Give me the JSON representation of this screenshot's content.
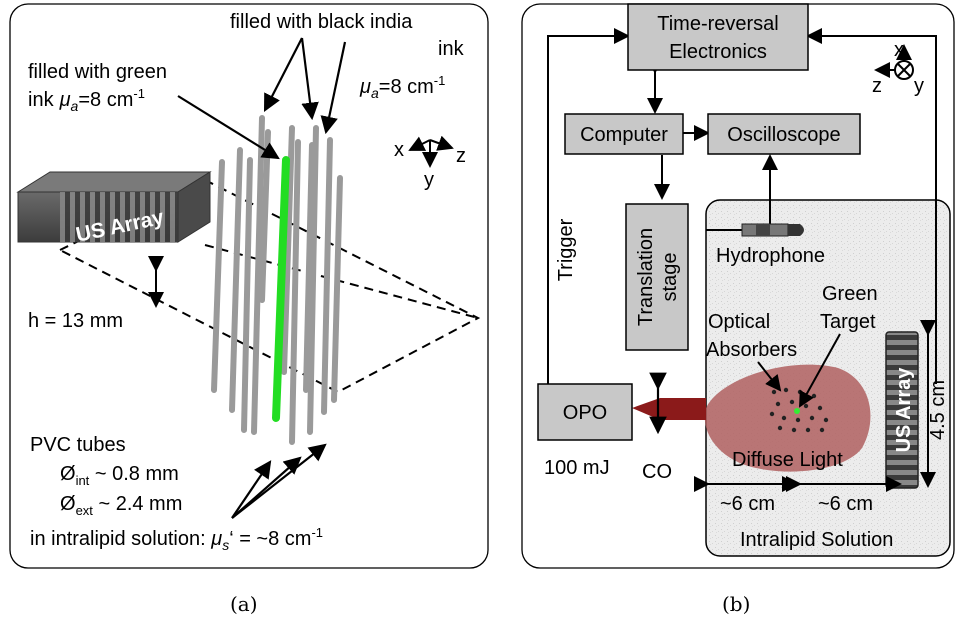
{
  "panel_a": {
    "caption": "(a)",
    "label_black_ink_1": "filled with black india",
    "label_black_ink_2": "ink",
    "label_mu_a_black": "μ",
    "label_mu_a_black_sub": "a",
    "label_mu_a_black_val": "=8 cm",
    "label_mu_a_black_exp": "-1",
    "label_green_1": "filled with green",
    "label_green_2": "ink",
    "label_mu_a_green": "μ",
    "label_mu_a_green_sub": "a",
    "label_mu_a_green_val": "=8 cm",
    "label_mu_a_green_exp": "-1",
    "axes": {
      "x": "x",
      "y": "y",
      "z": "z"
    },
    "us_array": "US Array",
    "h_label": "h  = 13 mm",
    "pvc_title": "PVC tubes",
    "d_int": "Ø",
    "d_int_sub": "int",
    "d_int_val": " ~ 0.8 mm",
    "d_ext": "Ø",
    "d_ext_sub": "ext",
    "d_ext_val": " ~ 2.4 mm",
    "intralipid_prefix": "in intralipid solution: ",
    "mu_s": "μ",
    "mu_s_sub": "s",
    "mu_s_val": "‘ = ~8 cm",
    "mu_s_exp": "-1",
    "colors": {
      "tube": "#9a9a9a",
      "green_tube": "#22dd22",
      "array": "#555555"
    }
  },
  "panel_b": {
    "caption": "(b)",
    "time_reversal_1": "Time-reversal",
    "time_reversal_2": "Electronics",
    "computer": "Computer",
    "oscilloscope": "Oscilloscope",
    "translation_1": "Translation",
    "translation_2": "stage",
    "trigger": "Trigger",
    "hydrophone": "Hydrophone",
    "green_target_1": "Green",
    "green_target_2": "Target",
    "optical_1": "Optical",
    "optical_2": "Absorbers",
    "opo": "OPO",
    "energy": "100 mJ",
    "co": "CO",
    "diffuse_light": "Diffuse Light",
    "us_array": "US Array",
    "dist_1": "~6 cm",
    "dist_2": "~6 cm",
    "height": "4.5 cm",
    "intralipid": "Intralipid Solution",
    "axes": {
      "x": "x",
      "y": "y",
      "z": "z"
    },
    "colors": {
      "box": "#c8c8c8",
      "beam": "#8b1a1a",
      "light": "#b06060"
    }
  }
}
